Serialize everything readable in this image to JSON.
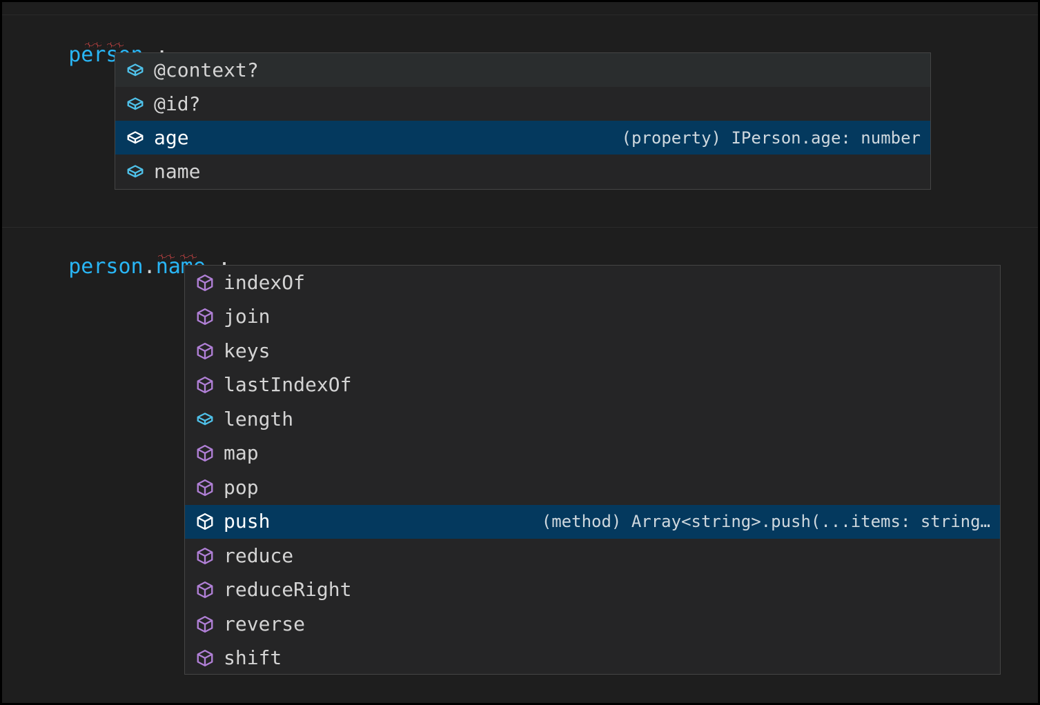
{
  "theme": {
    "editor_background": "#1e1e1e",
    "widget_background": "#252526",
    "widget_border": "#454545",
    "selection_background": "#04395e",
    "identifier_color": "#29b6f6",
    "punctuation_color": "#d4d4d4",
    "error_squiggle_color": "#f14c4c",
    "property_icon_color": "#4fc1e9",
    "method_icon_color": "#b180d7",
    "selected_icon_color": "#ffffff",
    "detail_text_color": "#cfd8de"
  },
  "editor": {
    "lines": [
      {
        "id": "line-person",
        "segments": [
          {
            "text": "person",
            "kind": "identifier"
          },
          {
            "text": ".;",
            "kind": "punctuation"
          }
        ],
        "full_text": "person.;",
        "has_error_squiggle": true
      },
      {
        "id": "line-person-name",
        "segments": [
          {
            "text": "person",
            "kind": "identifier"
          },
          {
            "text": ".",
            "kind": "punctuation"
          },
          {
            "text": "name",
            "kind": "identifier"
          },
          {
            "text": ".;",
            "kind": "punctuation"
          }
        ],
        "full_text": "person.name.;",
        "has_error_squiggle": true
      }
    ]
  },
  "suggest_widgets": [
    {
      "id": "suggest-person",
      "trigger": "person.",
      "items": [
        {
          "label": "@context?",
          "icon": "property-cube-icon",
          "icon_kind": "property",
          "detail": "",
          "state": "hover"
        },
        {
          "label": "@id?",
          "icon": "property-cube-icon",
          "icon_kind": "property",
          "detail": "",
          "state": "normal"
        },
        {
          "label": "age",
          "icon": "property-cube-icon",
          "icon_kind": "property",
          "detail": "(property) IPerson.age: number",
          "state": "selected"
        },
        {
          "label": "name",
          "icon": "property-cube-icon",
          "icon_kind": "property",
          "detail": "",
          "state": "normal"
        }
      ]
    },
    {
      "id": "suggest-name",
      "trigger": "person.name.",
      "items": [
        {
          "label": "indexOf",
          "icon": "method-cube-icon",
          "icon_kind": "method",
          "detail": "",
          "state": "normal"
        },
        {
          "label": "join",
          "icon": "method-cube-icon",
          "icon_kind": "method",
          "detail": "",
          "state": "normal"
        },
        {
          "label": "keys",
          "icon": "method-cube-icon",
          "icon_kind": "method",
          "detail": "",
          "state": "normal"
        },
        {
          "label": "lastIndexOf",
          "icon": "method-cube-icon",
          "icon_kind": "method",
          "detail": "",
          "state": "normal"
        },
        {
          "label": "length",
          "icon": "property-cube-icon",
          "icon_kind": "property",
          "detail": "",
          "state": "normal"
        },
        {
          "label": "map",
          "icon": "method-cube-icon",
          "icon_kind": "method",
          "detail": "",
          "state": "normal"
        },
        {
          "label": "pop",
          "icon": "method-cube-icon",
          "icon_kind": "method",
          "detail": "",
          "state": "normal"
        },
        {
          "label": "push",
          "icon": "method-cube-icon",
          "icon_kind": "method",
          "detail": "(method) Array<string>.push(...items: string…",
          "state": "selected"
        },
        {
          "label": "reduce",
          "icon": "method-cube-icon",
          "icon_kind": "method",
          "detail": "",
          "state": "normal"
        },
        {
          "label": "reduceRight",
          "icon": "method-cube-icon",
          "icon_kind": "method",
          "detail": "",
          "state": "normal"
        },
        {
          "label": "reverse",
          "icon": "method-cube-icon",
          "icon_kind": "method",
          "detail": "",
          "state": "normal"
        },
        {
          "label": "shift",
          "icon": "method-cube-icon",
          "icon_kind": "method",
          "detail": "",
          "state": "normal"
        }
      ]
    }
  ]
}
